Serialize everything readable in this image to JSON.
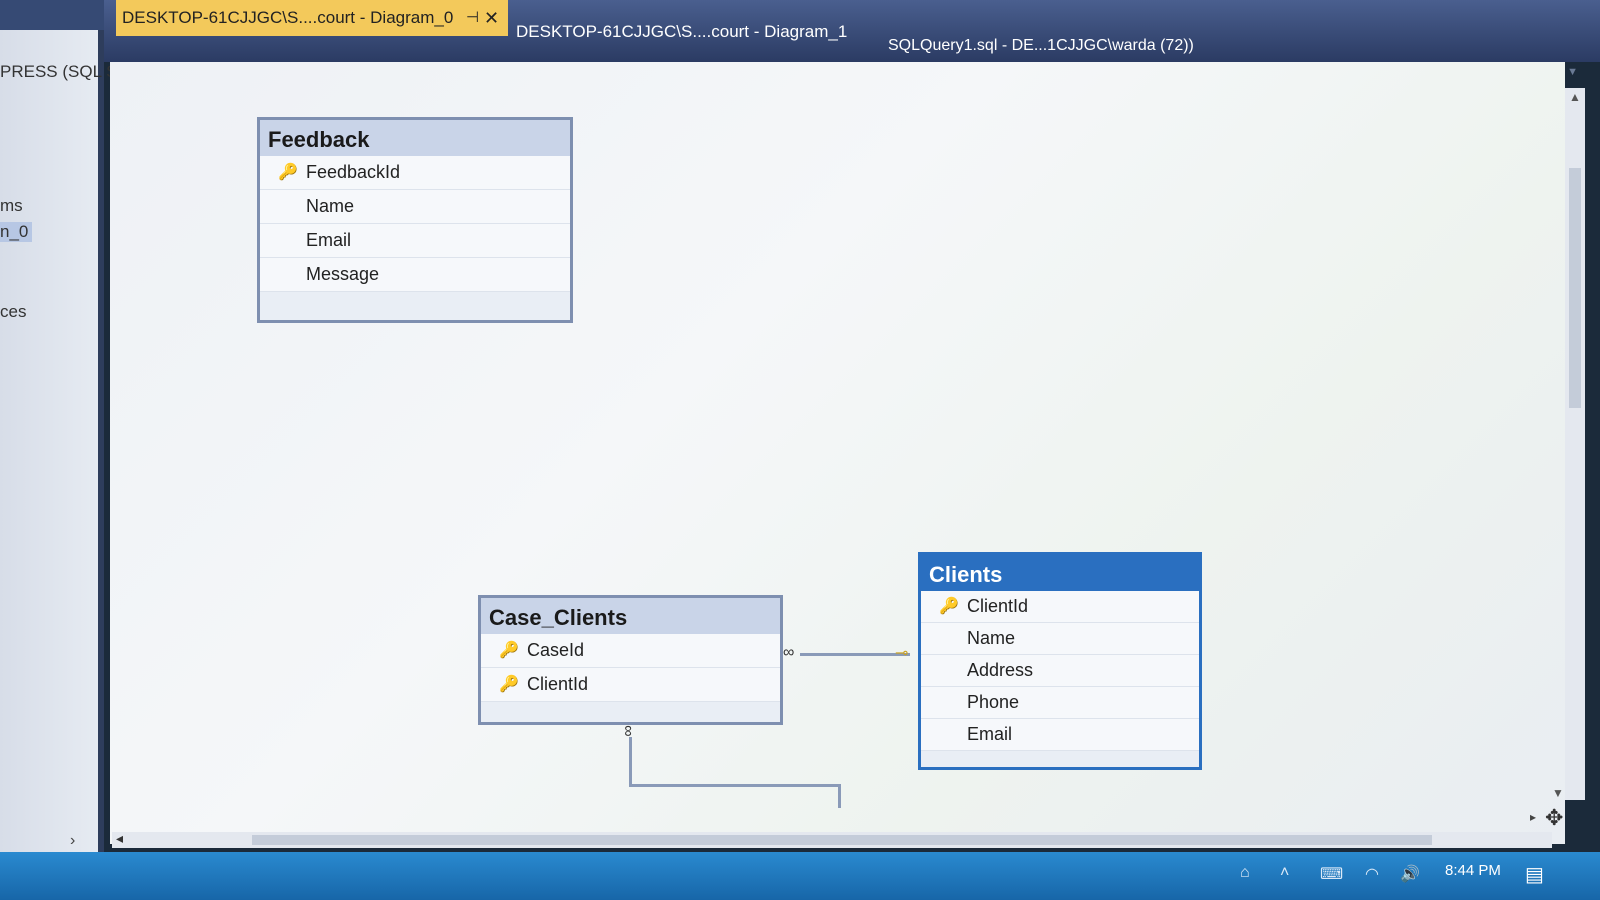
{
  "tabs": [
    {
      "label": "DESKTOP-61CJJGC\\S....court - Diagram_0",
      "active": true
    },
    {
      "label": "DESKTOP-61CJJGC\\S....court - Diagram_1",
      "active": false
    },
    {
      "label": "SQLQuery1.sql - DE...1CJJGC\\warda (72))",
      "active": false
    }
  ],
  "left_panel": {
    "items": [
      "PRESS (SQL S",
      "ms",
      "n_0",
      "ces"
    ],
    "selected_item": "n_0"
  },
  "tables": {
    "feedback": {
      "title": "Feedback",
      "columns": [
        {
          "name": "FeedbackId",
          "primary_key": true
        },
        {
          "name": "Name",
          "primary_key": false
        },
        {
          "name": "Email",
          "primary_key": false
        },
        {
          "name": "Message",
          "primary_key": false
        }
      ]
    },
    "case_clients": {
      "title": "Case_Clients",
      "columns": [
        {
          "name": "CaseId",
          "primary_key": true
        },
        {
          "name": "ClientId",
          "primary_key": true
        }
      ]
    },
    "clients": {
      "title": "Clients",
      "selected": true,
      "columns": [
        {
          "name": "ClientId",
          "primary_key": true
        },
        {
          "name": "Name",
          "primary_key": false
        },
        {
          "name": "Address",
          "primary_key": false
        },
        {
          "name": "Phone",
          "primary_key": false
        },
        {
          "name": "Email",
          "primary_key": false
        }
      ]
    }
  },
  "relationships": [
    {
      "from": "Case_Clients",
      "to": "Clients",
      "from_end": "many",
      "to_end": "one"
    },
    {
      "from": "Case_Clients",
      "to": "",
      "from_end": "many",
      "to_end": ""
    }
  ],
  "taskbar": {
    "clock": "8:44 PM"
  },
  "colors": {
    "tab_active": "#f3c95b",
    "selected_table": "#2a6fc0",
    "taskbar": "#1f7bc0",
    "key_icon": "#c9a227"
  },
  "icons": {
    "key": "key-icon",
    "pin": "pin-icon",
    "close": "close-icon",
    "pan": "pan-icon"
  }
}
